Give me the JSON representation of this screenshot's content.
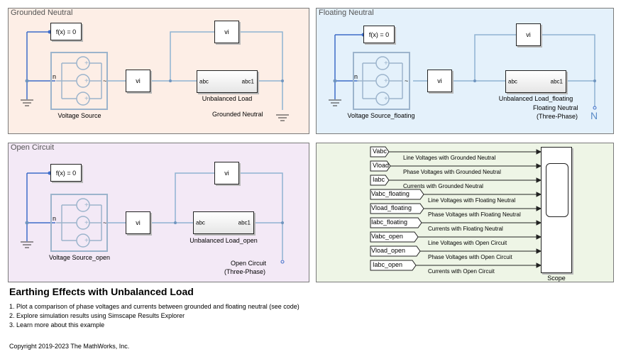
{
  "title": "Earthing Effects with Unbalanced Load",
  "links": [
    "1. Plot a comparison of phase voltages and currents between grounded and floating neutral (see code)",
    "2. Explore simulation results using Simscape Results Explorer",
    "3. Learn more about this example"
  ],
  "copyright": "Copyright 2019-2023 The MathWorks, Inc.",
  "colors": {
    "grounded_area": "#fdeee6",
    "floating_area": "#e4f1fb",
    "open_area": "#f3e9f6",
    "scope_area": "#eef5e6",
    "wire": "#8fb3d2",
    "signal": "#3d6cc8"
  },
  "areas": {
    "grounded": {
      "title": "Grounded Neutral",
      "fx_label": "f(x) = 0",
      "source_label": "Voltage Source",
      "sensor_label": "vi",
      "load_label": "Unbalanced Load",
      "load_port_in": "abc",
      "load_port_out": "abc1",
      "neutral_label": "Grounded Neutral",
      "n_label": "n",
      "tilde": "~"
    },
    "floating": {
      "title": "Floating Neutral",
      "fx_label": "f(x) = 0",
      "source_label": "Voltage Source_floating",
      "sensor_label": "vi",
      "load_label": "Unbalanced Load_floating",
      "load_port_in": "abc",
      "load_port_out": "abc1",
      "neutral_label_1": "Floating Neutral",
      "neutral_label_2": "(Three-Phase)",
      "n_label": "n",
      "tilde": "~",
      "neutral_icon": "N"
    },
    "open": {
      "title": "Open Circuit",
      "fx_label": "f(x) = 0",
      "source_label": "Voltage Source_open",
      "sensor_label": "vi",
      "load_label": "Unbalanced Load_open",
      "load_port_in": "abc",
      "load_port_out": "abc1",
      "neutral_label_1": "Open Circuit",
      "neutral_label_2": "(Three-Phase)",
      "n_label": "n",
      "tilde": "~"
    },
    "scope": {
      "scope_label": "Scope",
      "tags": [
        "Vabc",
        "Vload",
        "Iabc",
        "Vabc_floating",
        "Vload_floating",
        "Iabc_floating",
        "Vabc_open",
        "Vload_open",
        "Iabc_open"
      ],
      "signals": [
        "Line Voltages with Grounded Neutral",
        "Phase Voltages with Grounded Neutral",
        "Currents with Grounded Neutral",
        "Line Voltages with Floating Neutral",
        "Phase Voltages with Floating Neutral",
        "Currents with Floating Neutral",
        "Line Voltages with Open Circuit",
        "Phase Voltages with Open Circuit",
        "Currents with Open Circuit"
      ]
    }
  }
}
